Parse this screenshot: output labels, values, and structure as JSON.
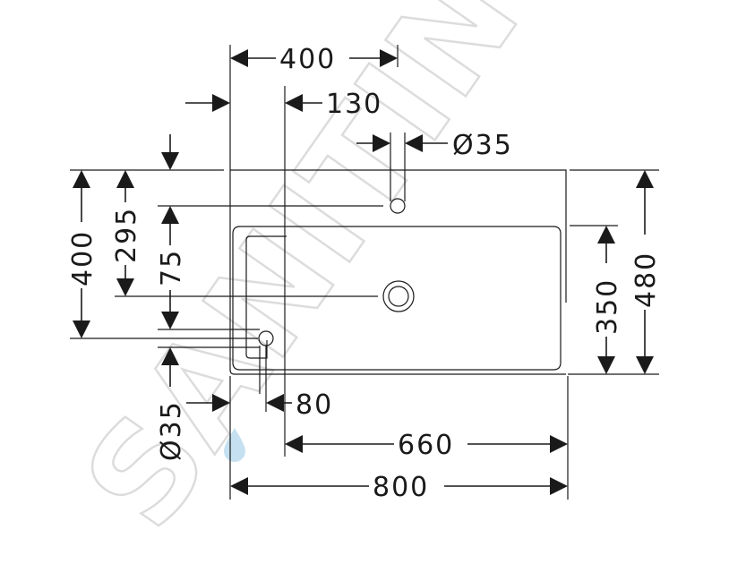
{
  "watermark": {
    "text": "SANITINO",
    "accent_color": "#5aa8d8"
  },
  "colors": {
    "line": "#1a1a1a",
    "background": "#ffffff"
  },
  "dimensions": {
    "top_width": "400",
    "offset_130": "130",
    "tap_hole_top": "Ø35",
    "left_height_400": "400",
    "height_295": "295",
    "height_75": "75",
    "tap_hole_side": "Ø35",
    "offset_80": "80",
    "basin_width": "660",
    "total_width": "800",
    "basin_height": "350",
    "total_depth": "480"
  }
}
